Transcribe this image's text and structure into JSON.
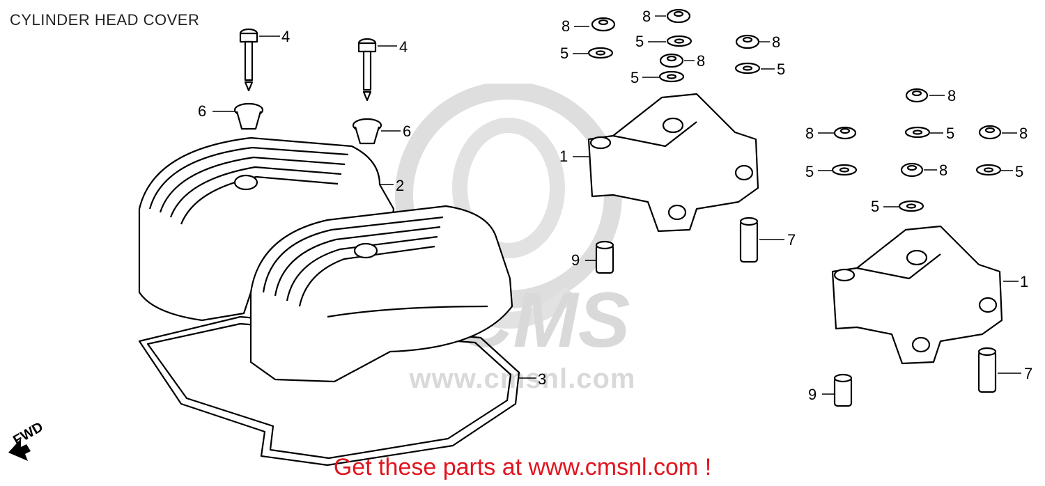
{
  "title": "CYLINDER HEAD COVER",
  "footer": "Get these parts at www.cmsnl.com !",
  "watermark": {
    "logo": "CMS",
    "site": "www.cmsnl.com"
  },
  "fwd_label": "FWD",
  "callouts": [
    "1",
    "1",
    "2",
    "3",
    "4",
    "4",
    "5",
    "5",
    "5",
    "5",
    "5",
    "5",
    "5",
    "5",
    "6",
    "6",
    "7",
    "7",
    "8",
    "8",
    "8",
    "8",
    "8",
    "8",
    "8",
    "8",
    "9",
    "9"
  ],
  "colors": {
    "footer": "#e0141e",
    "watermark": "#d9d9d9",
    "line": "#000000"
  }
}
